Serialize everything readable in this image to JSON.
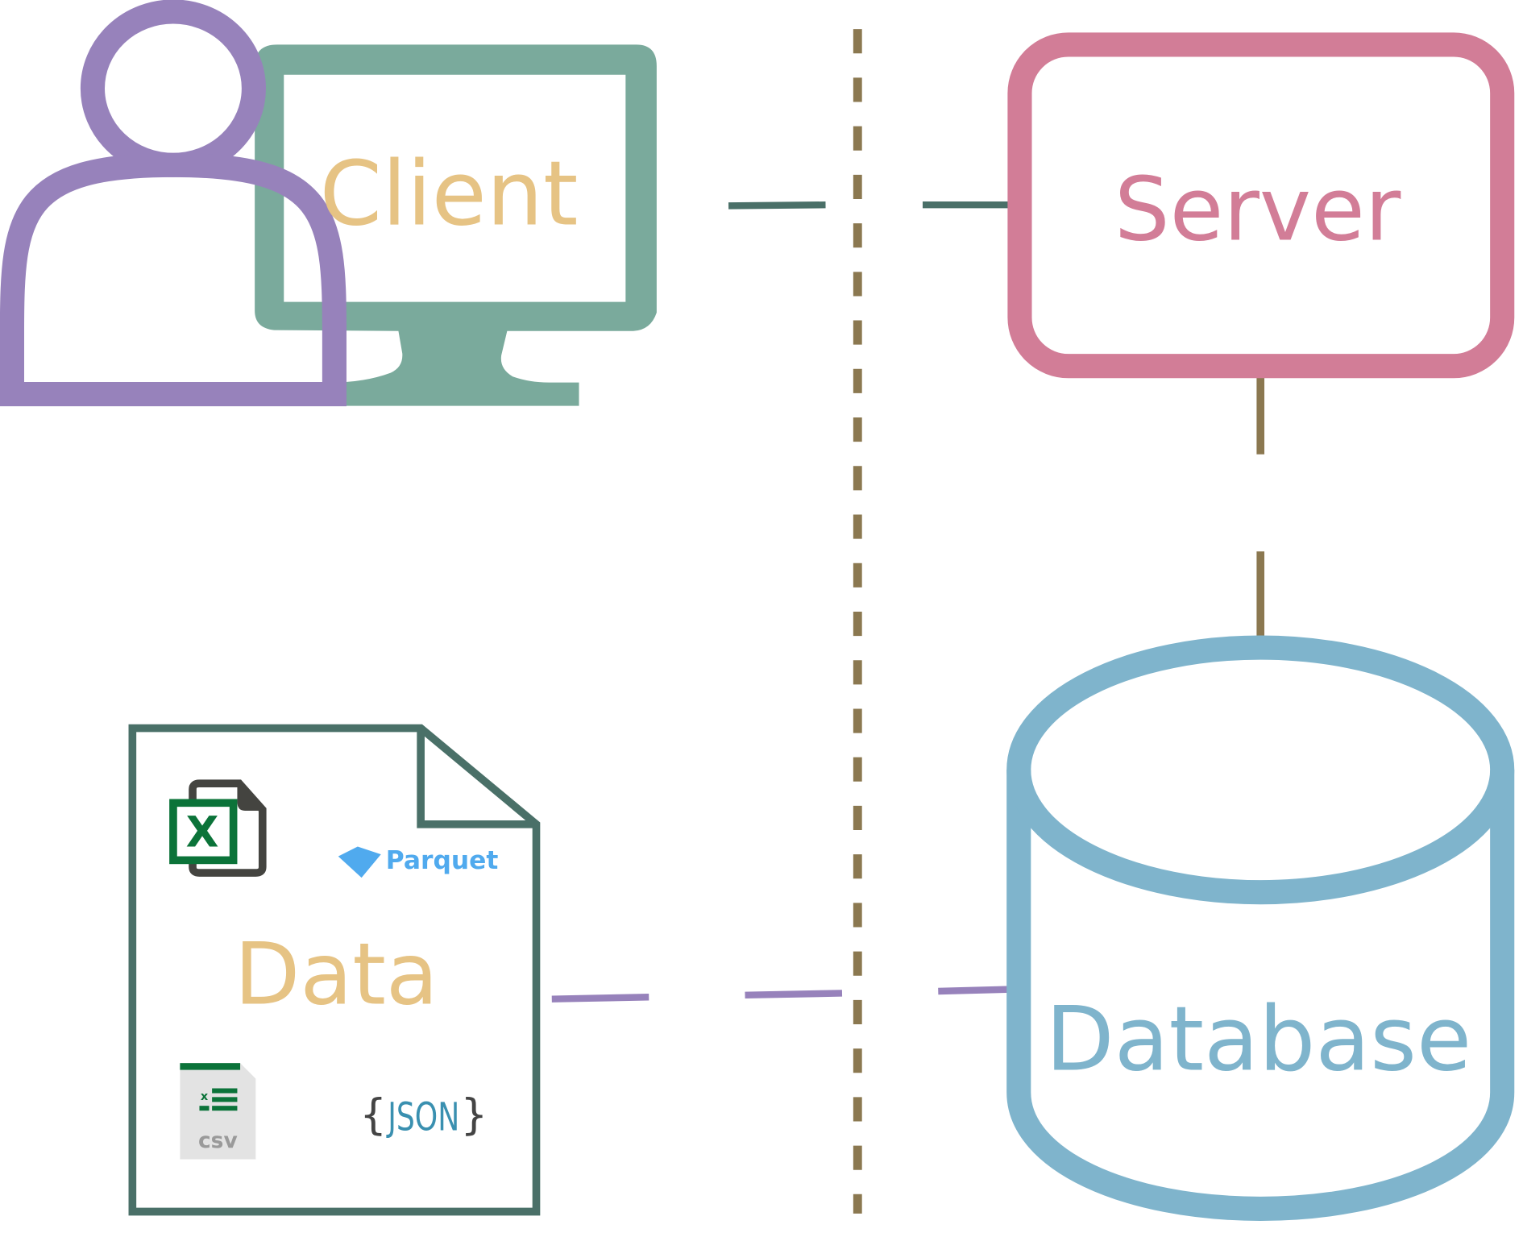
{
  "nodes": {
    "client": {
      "label": "Client",
      "label_color": "#e6c384",
      "monitor_color": "#7aaa9c",
      "person_color": "#9782bb"
    },
    "server": {
      "label": "Server",
      "color": "#d27d97"
    },
    "data": {
      "label": "Data",
      "label_color": "#e6c384",
      "border_color": "#4a7068"
    },
    "database": {
      "label": "Database",
      "color": "#7fb4cc"
    }
  },
  "file_formats": {
    "excel": {
      "icon": "excel-icon",
      "letter": "X",
      "color": "#0b7339"
    },
    "parquet": {
      "label": "Parquet",
      "color": "#50aaee"
    },
    "csv": {
      "label": "csv",
      "icon": "csv-file-icon"
    },
    "json": {
      "label": "JSON",
      "braces_open": "{",
      "braces_close": "}"
    }
  },
  "divider": {
    "color": "#8b7850",
    "style": "dashed"
  },
  "connectors": {
    "client_server_color": "#4a7068",
    "server_database_color": "#8b7850",
    "data_database_color": "#9782bb"
  }
}
